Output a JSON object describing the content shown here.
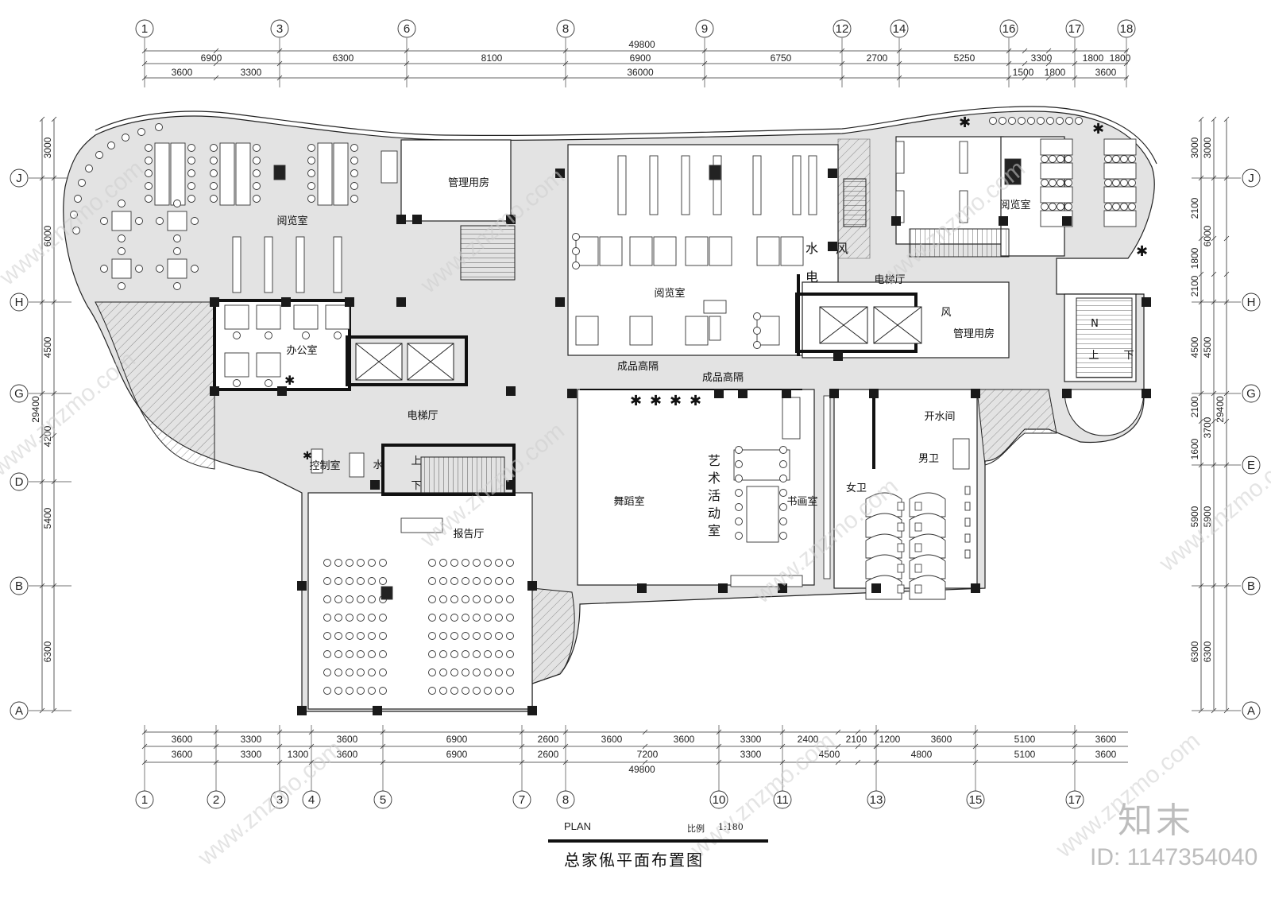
{
  "axes": {
    "top": [
      "1",
      "3",
      "6",
      "8",
      "9",
      "12",
      "14",
      "16",
      "17",
      "18"
    ],
    "bottom": [
      "1",
      "2",
      "3",
      "4",
      "5",
      "7",
      "8",
      "10",
      "11",
      "13",
      "15",
      "17"
    ],
    "left": [
      "J",
      "H",
      "G",
      "D",
      "B",
      "A"
    ],
    "right": [
      "J",
      "H",
      "G",
      "E",
      "B",
      "A"
    ]
  },
  "dims": {
    "top_total": "49800",
    "top_row1": [
      "6900",
      "6300",
      "8100",
      "6900",
      "6750",
      "2700",
      "5250",
      "3300",
      "1800",
      "1800"
    ],
    "top_row2": [
      "3600",
      "3300",
      "36000",
      "1500",
      "1800",
      "3600"
    ],
    "bottom_row1": [
      "3600",
      "3300",
      "3600",
      "6900",
      "2600",
      "3600",
      "3600",
      "3300",
      "2400",
      "2100",
      "1200",
      "3600",
      "5100",
      "3600"
    ],
    "bottom_row2": [
      "3600",
      "3300",
      "1300",
      "3600",
      "6900",
      "2600",
      "7200",
      "3300",
      "4500",
      "4800",
      "5100",
      "3600"
    ],
    "bottom_total": "49800",
    "left_outer": [
      "3000",
      "6000",
      "4500",
      "4200",
      "5400",
      "6300"
    ],
    "left_total": "29400",
    "right_inner": [
      "3000",
      "2100",
      "1800",
      "2100",
      "4500",
      "2100",
      "1600",
      "5900",
      "6300"
    ],
    "right_mid": [
      "3000",
      "6000",
      "4500",
      "3700",
      "5900",
      "6300"
    ],
    "right_total": "29400"
  },
  "rooms": {
    "reading_1": "阅览室",
    "mgmt_1": "管理用房",
    "reading_2": "阅览室",
    "reading_3": "阅览室",
    "water_1": "水",
    "wind_1": "风",
    "elec": "电",
    "elevator_hall_1": "电梯厅",
    "wind_2": "风",
    "mgmt_2": "管理用房",
    "office": "办公室",
    "partition_1": "成品高隔",
    "partition_2": "成品高隔",
    "elevator_hall_2": "电梯厅",
    "control": "控制室",
    "water_2": "水",
    "stair_up": "上",
    "stair_down": "下",
    "stair2_up": "上",
    "stair2_down": "下",
    "stair2_n": "N",
    "dance": "舞蹈室",
    "art": "艺术活动室",
    "calligraphy": "书画室",
    "boiling_water": "开水间",
    "mens": "男卫",
    "womens": "女卫",
    "lecture": "报告厅"
  },
  "title": {
    "plan_en": "PLAN",
    "scale_label": "比例",
    "scale_value": "1:180",
    "drawing_title": "总家俬平面布置图"
  },
  "branding": {
    "logo": "知末",
    "id": "ID: 1147354040",
    "watermark": "www.znzmo.com"
  }
}
